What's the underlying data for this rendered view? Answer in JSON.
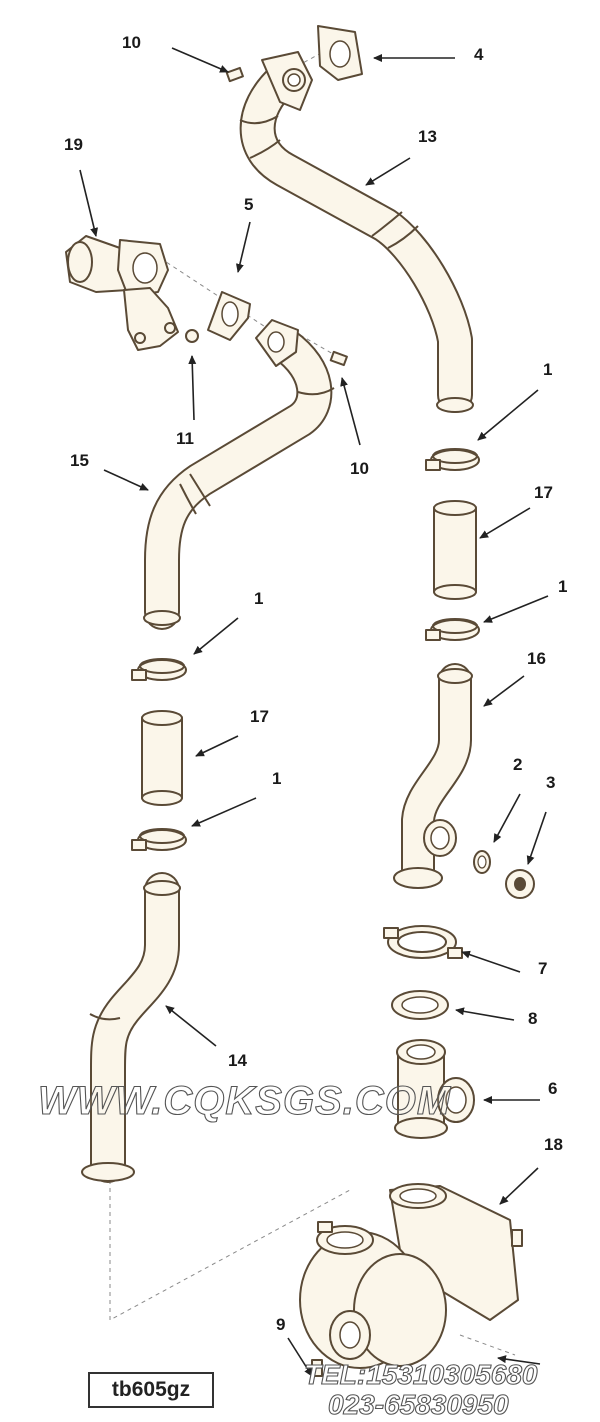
{
  "diagram_code": "tb605gz",
  "callouts": {
    "c10a": "10",
    "c4": "4",
    "c13": "13",
    "c19": "19",
    "c5": "5",
    "c11": "11",
    "c10b": "10",
    "c15": "15",
    "c1a": "1",
    "c17a": "17",
    "c1b": "1",
    "c1c": "1",
    "c17b": "17",
    "c1d": "1",
    "c16": "16",
    "c2": "2",
    "c3": "3",
    "c7": "7",
    "c8": "8",
    "c14": "14",
    "c6": "6",
    "c18": "18",
    "c9": "9"
  },
  "watermark": "WWW.CQKSGS.COM",
  "contact": {
    "tel": "TEL:15310305680",
    "phone2": "023-65830950"
  },
  "colors": {
    "line": "#5a4a36",
    "part_fill": "#fbf6ea",
    "text": "#1a1a1a"
  }
}
